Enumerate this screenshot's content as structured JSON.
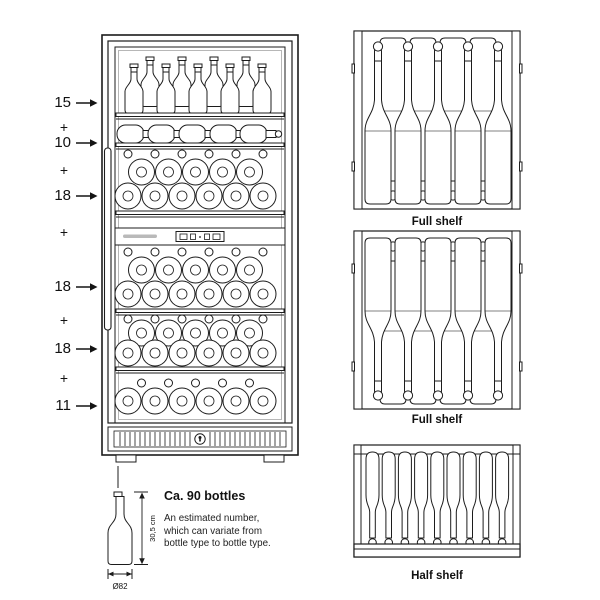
{
  "page": {
    "background": "#ffffff",
    "line_color": "#1c1c1c"
  },
  "capacity": {
    "rows": [
      {
        "label": "15",
        "arrow": true
      },
      {
        "label": "+",
        "arrow": false
      },
      {
        "label": "10",
        "arrow": true
      },
      {
        "label": "+",
        "arrow": false
      },
      {
        "label": "18",
        "arrow": true
      },
      {
        "label": "+",
        "arrow": false
      },
      {
        "label": "18",
        "arrow": true
      },
      {
        "label": "+",
        "arrow": false
      },
      {
        "label": "18",
        "arrow": true
      },
      {
        "label": "+",
        "arrow": false
      },
      {
        "label": "11",
        "arrow": true
      }
    ]
  },
  "shelf_labels": {
    "shelf1": "Full shelf",
    "shelf2": "Full shelf",
    "shelf3": "Half shelf"
  },
  "bottle_info": {
    "title": "Ca. 90 bottles",
    "description": "An estimated number,\nwhich can variate from\nbottle type to bottle type.",
    "height_label": "30,5 cm",
    "diameter_label": "Ø82"
  }
}
